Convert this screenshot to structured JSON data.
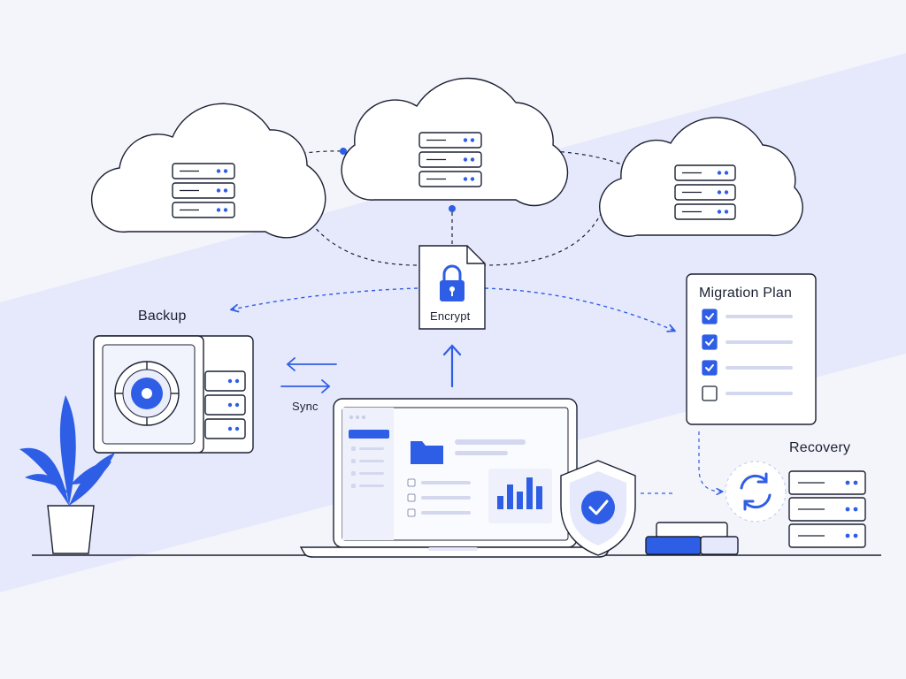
{
  "labels": {
    "backup": "Backup",
    "sync": "Sync",
    "encrypt": "Encrypt",
    "migration_plan": "Migration Plan",
    "recovery": "Recovery"
  },
  "migration_plan": {
    "tasks": [
      {
        "checked": true
      },
      {
        "checked": true
      },
      {
        "checked": true
      },
      {
        "checked": false
      }
    ]
  },
  "colors": {
    "accent": "#2f5ee6",
    "outline": "#1b2133",
    "band": "#e6e9fb",
    "background": "#f4f5fb",
    "soft": "#d6ddfa"
  },
  "icons": [
    "cloud-icon",
    "server-rack-icon",
    "padlock-icon",
    "safe-icon",
    "shield-check-icon",
    "refresh-icon",
    "folder-icon",
    "plant-icon",
    "laptop-icon",
    "checklist-icon"
  ]
}
